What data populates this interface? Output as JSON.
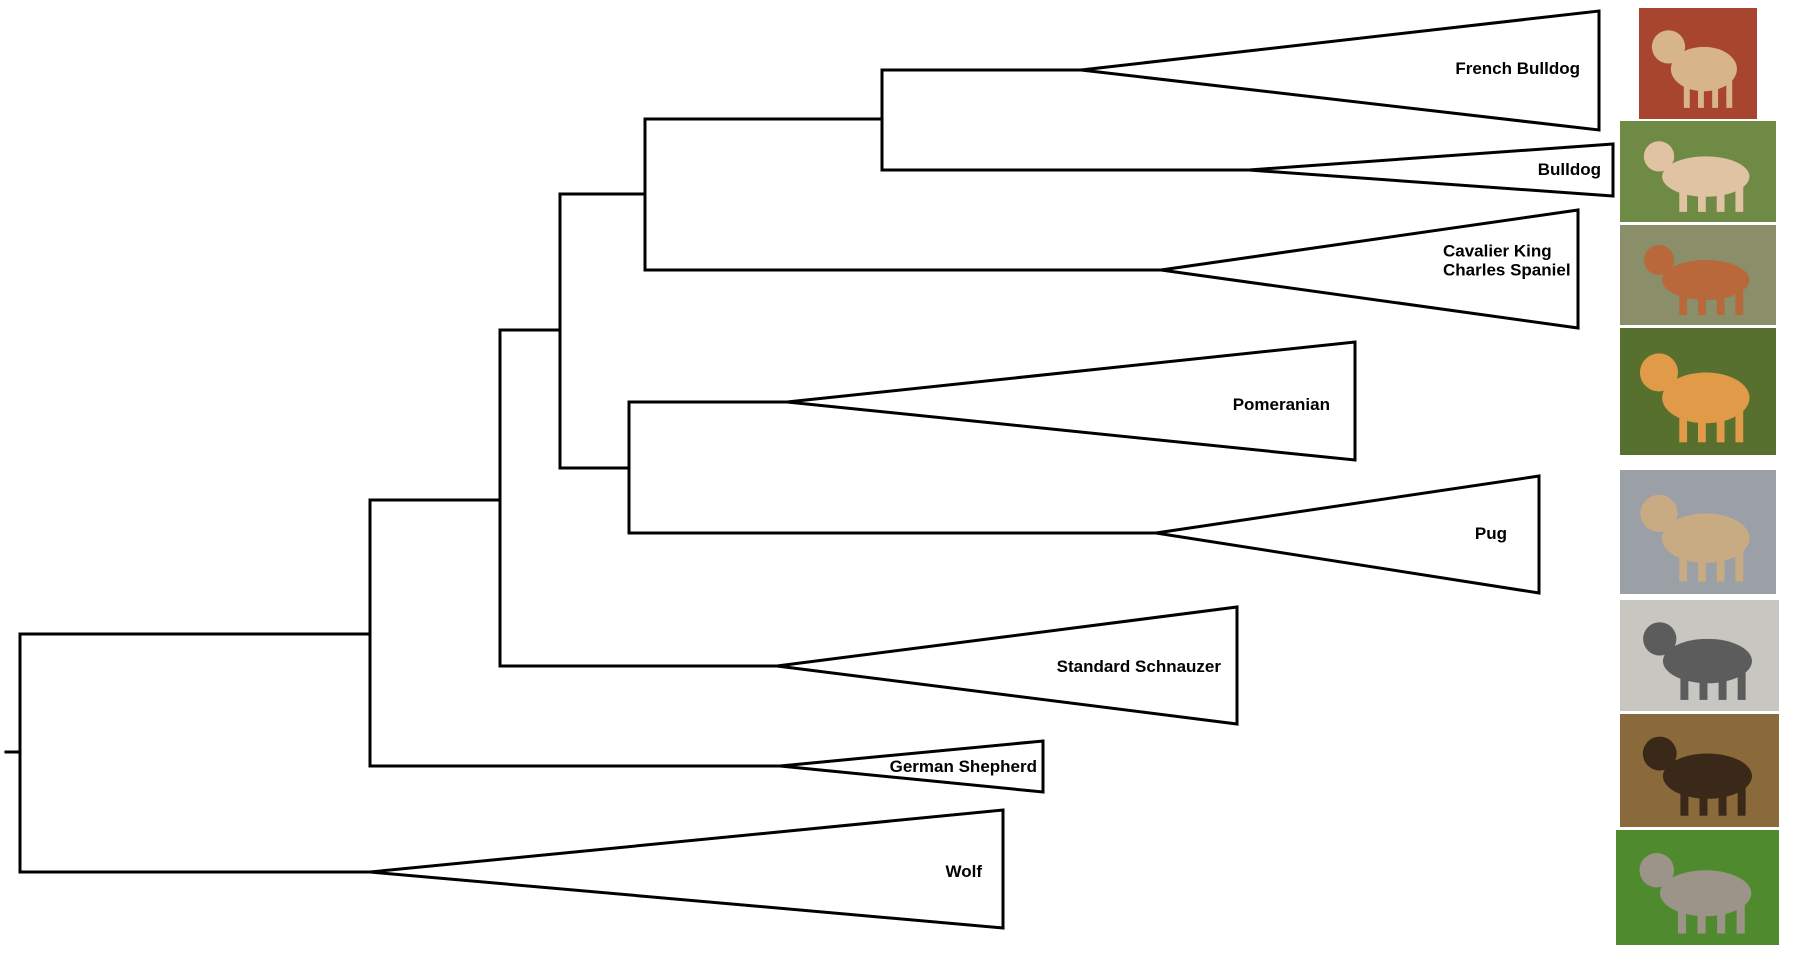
{
  "diagram": {
    "taxa": [
      {
        "id": "french-bulldog",
        "label_lines": [
          "French Bulldog"
        ]
      },
      {
        "id": "bulldog",
        "label_lines": [
          "Bulldog"
        ]
      },
      {
        "id": "cavalier-king-charles-spaniel",
        "label_lines": [
          "Cavalier King",
          "Charles Spaniel"
        ]
      },
      {
        "id": "pomeranian",
        "label_lines": [
          "Pomeranian"
        ]
      },
      {
        "id": "pug",
        "label_lines": [
          "Pug"
        ]
      },
      {
        "id": "standard-schnauzer",
        "label_lines": [
          "Standard Schnauzer"
        ]
      },
      {
        "id": "german-shepherd",
        "label_lines": [
          "German Shepherd"
        ]
      },
      {
        "id": "wolf",
        "label_lines": [
          "Wolf"
        ]
      }
    ],
    "photo_palettes": {
      "french-bulldog": [
        "#a8452f",
        "#d8b48a"
      ],
      "bulldog": [
        "#6f8a45",
        "#e0c3a2"
      ],
      "cavalier-king-charles-spaniel": [
        "#8a8f6a",
        "#b8683a"
      ],
      "pomeranian": [
        "#58702e",
        "#e09a48"
      ],
      "pug": [
        "#9aa0a5",
        "#c9ab83"
      ],
      "standard-schnauzer": [
        "#c8c6c0",
        "#5c5c5c"
      ],
      "german-shepherd": [
        "#8a6a3a",
        "#3a2818"
      ],
      "wolf": [
        "#4f8a2e",
        "#9c9488"
      ]
    }
  }
}
